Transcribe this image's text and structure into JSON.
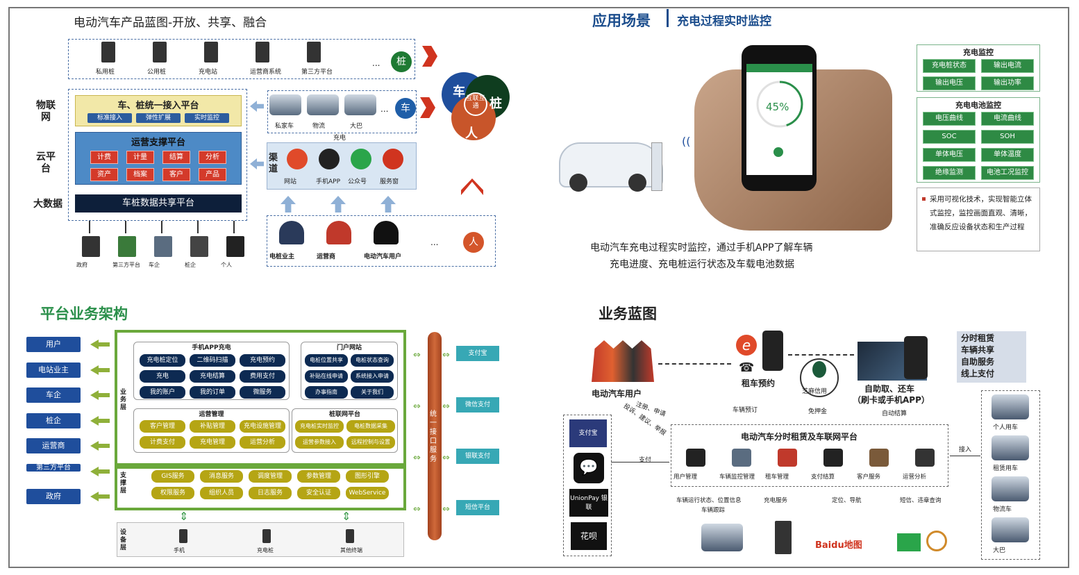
{
  "tl": {
    "title": "电动汽车产品蓝图-开放、共享、融合",
    "piles": [
      "私用桩",
      "公用桩",
      "充电站",
      "运营商系统",
      "第三方平台"
    ],
    "pile_badge": "桩",
    "ellipsis": "...",
    "left_labels": [
      "物联网",
      "云平台",
      "大数据"
    ],
    "access_title": "车、桩统一接入平台",
    "access_items": [
      "标准接入",
      "弹性扩展",
      "实时监控"
    ],
    "ops_title": "运营支撑平台",
    "ops_row1": [
      "计费",
      "计量",
      "结算",
      "分析"
    ],
    "ops_row2": [
      "资产",
      "档案",
      "客户",
      "产品"
    ],
    "share_title": "车桩数据共享平台",
    "cars": [
      "私家车",
      "物流",
      "大巴"
    ],
    "car_badge": "车",
    "charge_label": "充电",
    "channel_label": "渠道",
    "channels": [
      "网站",
      "手机APP",
      "公众号",
      "服务窗"
    ],
    "people": [
      "电桩业主",
      "运营商",
      "电动汽车用户"
    ],
    "people_badge": "人",
    "bottom": [
      "政府",
      "第三方平台",
      "车企",
      "桩企",
      "个人"
    ],
    "venn": {
      "car": "车",
      "pile": "桩",
      "person": "人",
      "center": "互联互通"
    }
  },
  "tr": {
    "title_a": "应用场景",
    "title_b": "充电过程实时监控",
    "phone_pct": "45%",
    "caption_1": "电动汽车充电过程实时监控，通过手机APP了解车辆",
    "caption_2": "充电进度、充电桩运行状态及车载电池数据",
    "mon1_title": "充电监控",
    "mon1": [
      "充电桩状态",
      "输出电流",
      "输出电压",
      "输出功率"
    ],
    "mon2_title": "充电电池监控",
    "mon2": [
      "电压曲线",
      "电流曲线",
      "SOC",
      "SOH",
      "单体电压",
      "单体温度",
      "绝缘监测",
      "电池工况监控"
    ],
    "note": "采用可视化技术，实现智能立体式监控，监控画面直观、清晰，准确反应设备状态和生产过程"
  },
  "bl": {
    "title": "平台业务架构",
    "users": [
      "用户",
      "电站业主",
      "车企",
      "桩企",
      "运营商",
      "第三方平台",
      "政府"
    ],
    "layer_biz": "业务层",
    "layer_sup": "支撑层",
    "layer_dev": "设备层",
    "app_title": "手机APP充电",
    "app_items": [
      "充电桩定位",
      "二维码扫描",
      "充电预约",
      "充电",
      "充电结算",
      "费用支付",
      "我的账户",
      "我的订单",
      "微服务"
    ],
    "portal_title": "门户网站",
    "portal_items": [
      "电桩位置共享",
      "电桩状态查询",
      "补贴在线申请",
      "系统接入申请",
      "办事指南",
      "关于我们"
    ],
    "ops_title": "运营管理",
    "ops_items": [
      "客户管理",
      "补贴管理",
      "充电设施管理",
      "计费支付",
      "充电管理",
      "运营分析"
    ],
    "pilenet_title": "桩联网平台",
    "pilenet_items": [
      "充电桩实时监控",
      "电桩数据采集",
      "运营参数接入",
      "远程控制与设置"
    ],
    "sup_items": [
      "GIS服务",
      "消息服务",
      "调度管理",
      "参数管理",
      "图形引擎",
      "权限服务",
      "组织人员",
      "日志服务",
      "安全认证",
      "WebService"
    ],
    "dev_items": [
      "手机",
      "充电桩",
      "其他终端"
    ],
    "iface": "统一接口服务",
    "ext": [
      "支付宝",
      "微信支付",
      "银联支付",
      "短信平台"
    ]
  },
  "br": {
    "title": "业务蓝图",
    "bullets": [
      "分时租赁",
      "车辆共享",
      "自助服务",
      "线上支付"
    ],
    "user_label": "电动汽车用户",
    "rent_label": "租车预约",
    "self_label_1": "自助取、还车",
    "self_label_2": "（刷卡或手机APP）",
    "sesame": "芝麻信用",
    "deposit": "免押金",
    "auto_settle": "自动结算",
    "vehicle_book": "车辆预订",
    "reg": "注册、申请",
    "complain": "投诉、建议、举报",
    "platform": "电动汽车分时租赁及车联网平台",
    "platform_items": [
      "用户管理",
      "车辆监控管理",
      "租车管理",
      "支付结算",
      "客户服务",
      "运营分析"
    ],
    "pay": "支付",
    "access": "接入",
    "vehicles": [
      "个人用车",
      "租赁用车",
      "物流车",
      "大巴"
    ],
    "pay_logos": [
      "支付宝",
      "UnionPay 银联",
      "花呗"
    ],
    "bottom_labels": [
      "车辆运行状态、位置信息",
      "车辆跟踪",
      "充电服务",
      "定位、导航",
      "短信、违章查询"
    ],
    "baidu": "Baidu地图"
  }
}
